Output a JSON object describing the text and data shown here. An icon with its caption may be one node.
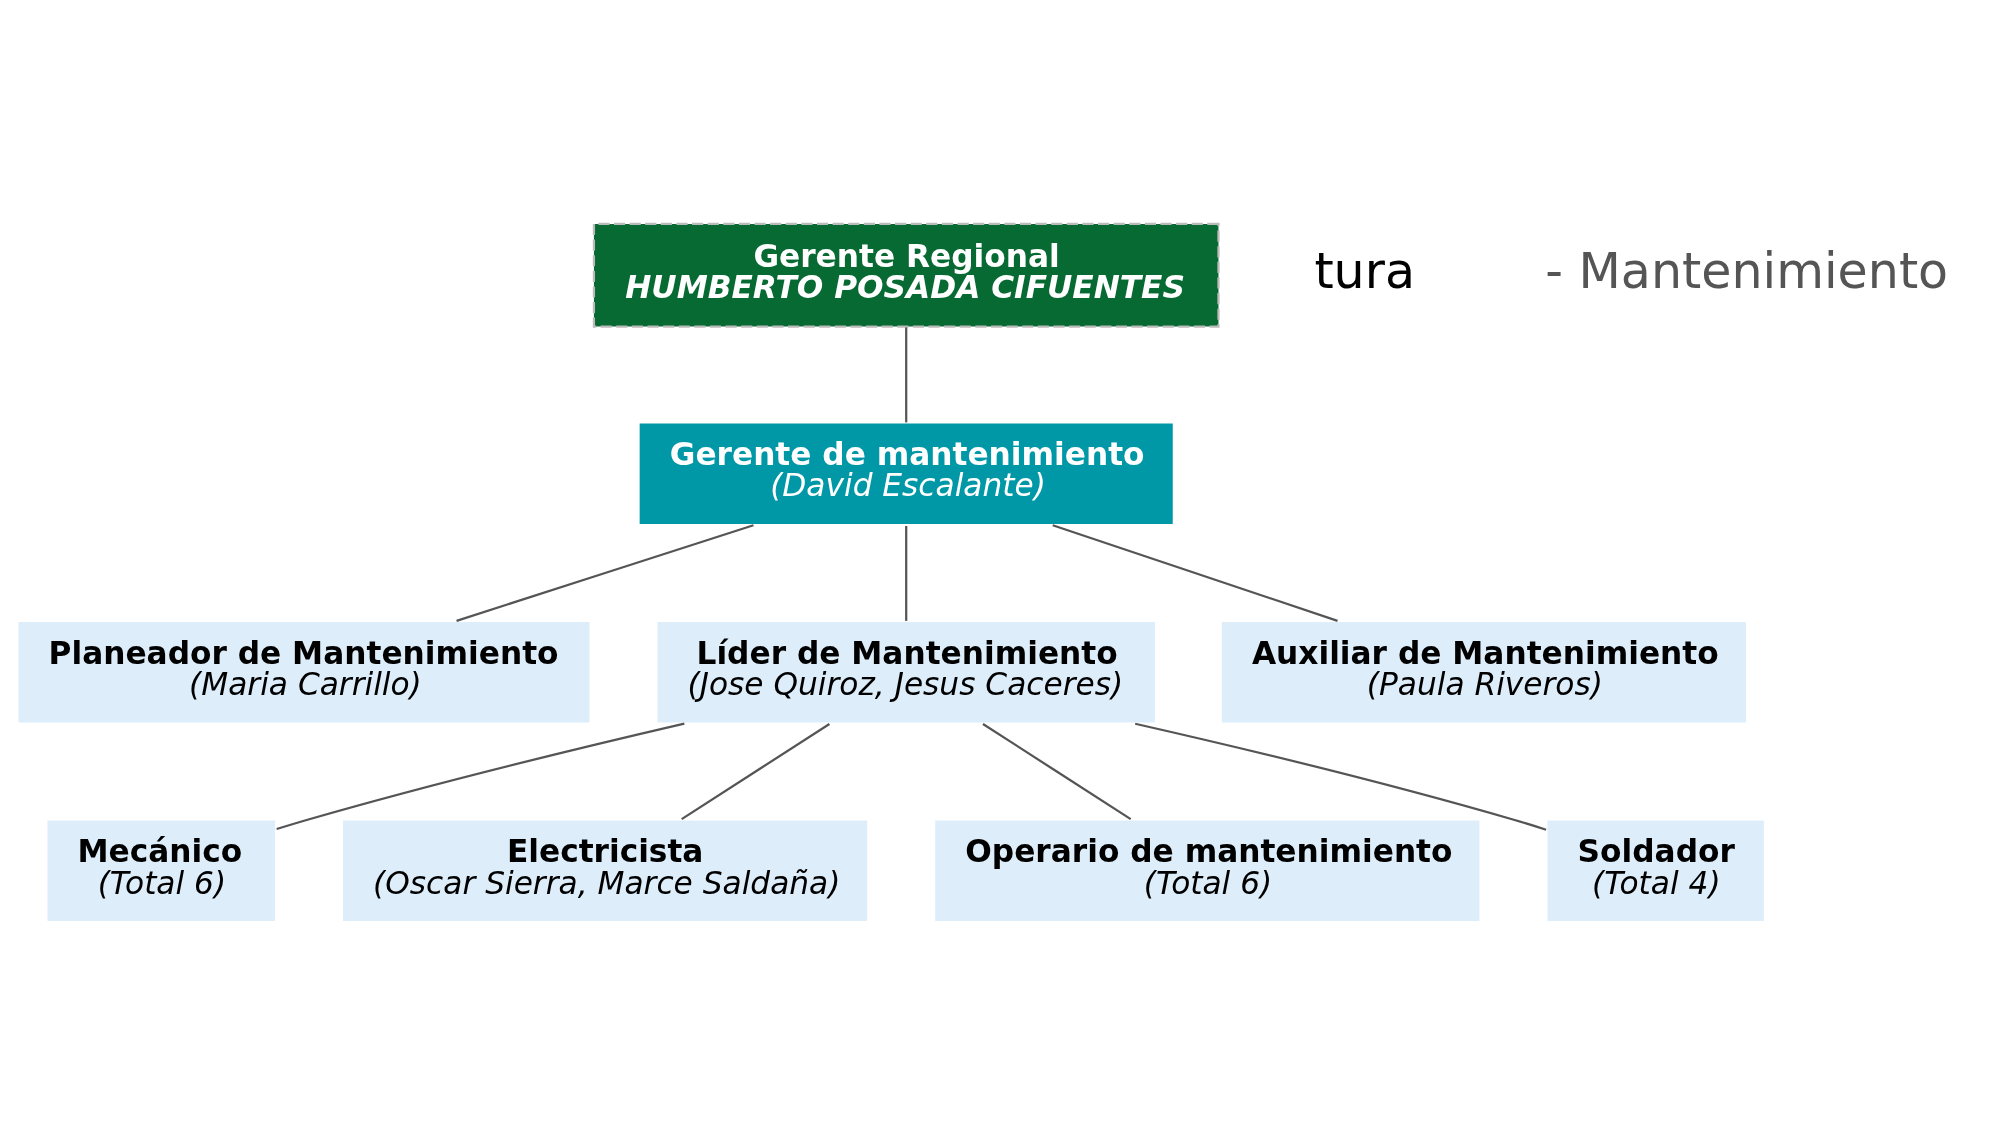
{
  "diagram": {
    "nodes": [
      {
        "text": [
          "Gerente Regional",
          "HUMBERTO POSADA CIFUENTES"
        ]
      },
      {
        "text": [
          "Gerente de mantenimiento",
          "(David Escalante)"
        ]
      },
      {
        "text": [
          "Planeador de Mantenimiento",
          "(Maria Carrillo)"
        ]
      },
      {
        "text": [
          "Líder de Mantenimiento",
          "(Jose Quiroz, Jesus Caceres)"
        ]
      },
      {
        "text": [
          "Auxiliar de Mantenimiento",
          "(Paula Riveros)"
        ]
      },
      {
        "text": [
          "Mecánico",
          "(Total 6)"
        ]
      },
      {
        "text": [
          "Electricista",
          "(Oscar Sierra, Marce Saldaña)"
        ]
      },
      {
        "text": [
          "Operario de mantenimiento",
          "(Total 6)"
        ]
      },
      {
        "text": [
          "Soldador",
          "(Total 4)"
        ]
      }
    ],
    "edges": [
      {
        "from": 0,
        "to": 1,
        "arrow": "none"
      },
      {
        "from": 1,
        "to": 2,
        "arrow": "none"
      },
      {
        "from": 1,
        "to": 3,
        "arrow": "none"
      },
      {
        "from": 1,
        "to": 4,
        "arrow": "none"
      },
      {
        "from": 3,
        "to": 5,
        "arrow": "none"
      },
      {
        "from": 3,
        "to": 6,
        "arrow": "none"
      },
      {
        "from": 3,
        "to": 7,
        "arrow": "none"
      },
      {
        "from": 3,
        "to": 8,
        "arrow": "none"
      }
    ],
    "labels": [
      "tura",
      "- Mantenimiento"
    ]
  }
}
